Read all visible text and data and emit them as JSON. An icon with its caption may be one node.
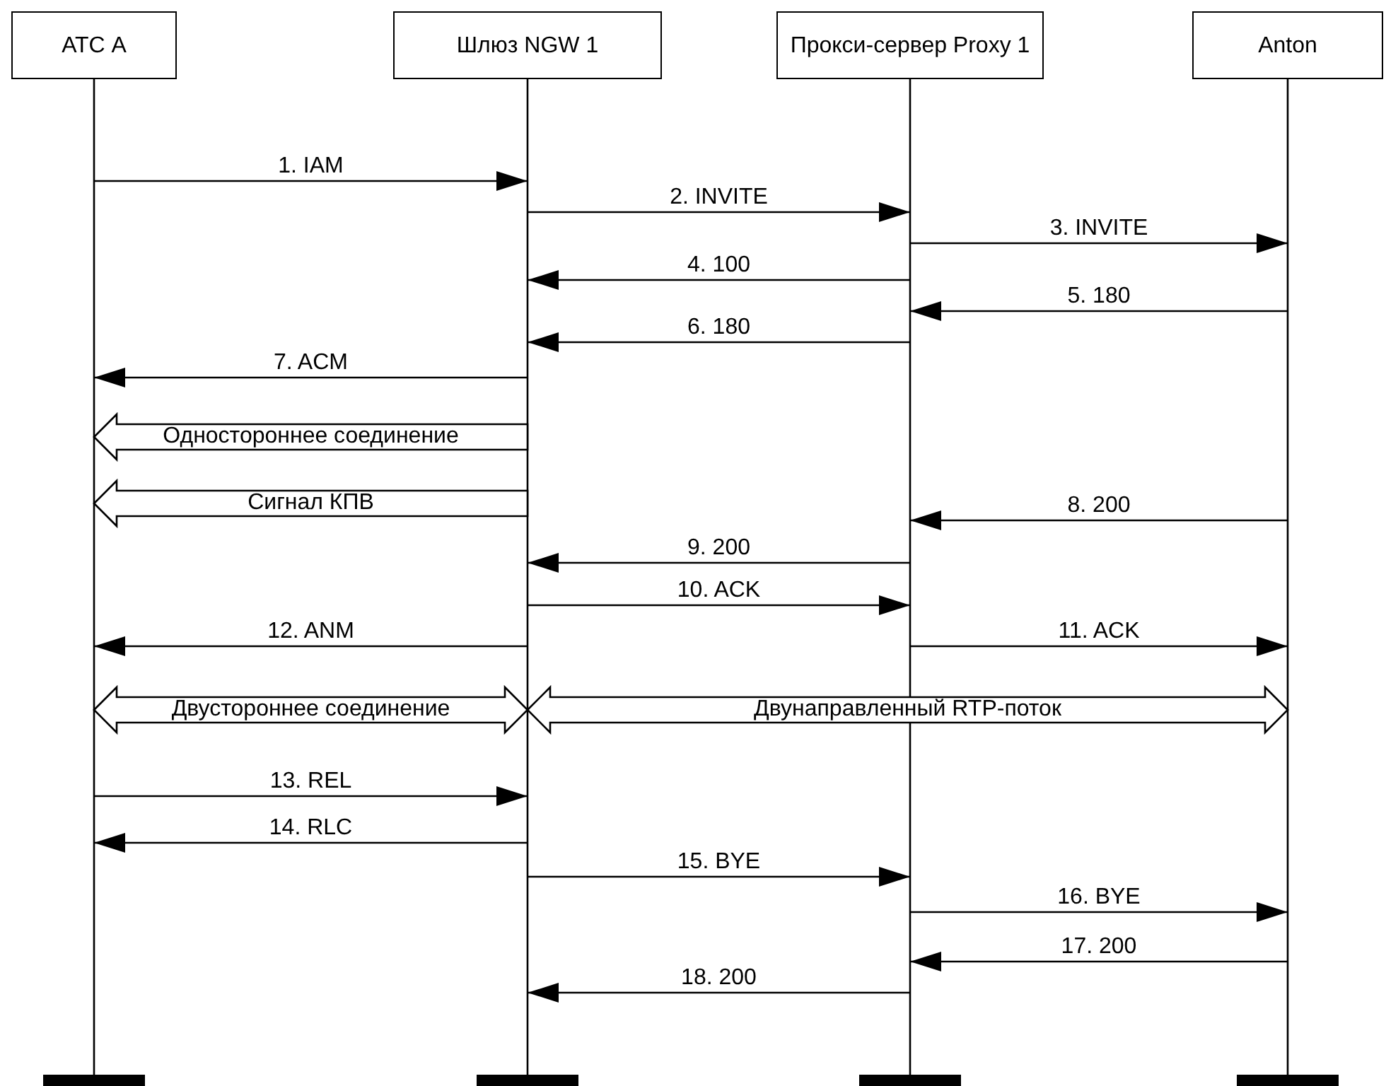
{
  "diagram": {
    "nodes": [
      {
        "text": [
          "АТС А"
        ]
      },
      {
        "text": [
          "Шлюз NGW 1"
        ]
      },
      {
        "text": [
          "Прокси-сервер Proxy 1"
        ]
      },
      {
        "text": [
          "Anton"
        ]
      }
    ],
    "edges": [
      {
        "from": 0,
        "to": 1,
        "arrow": "to",
        "label": "1. IAM"
      },
      {
        "from": 1,
        "to": 2,
        "arrow": "to",
        "label": "2. INVITE"
      },
      {
        "from": 2,
        "to": 3,
        "arrow": "to",
        "label": "3. INVITE"
      },
      {
        "from": 2,
        "to": 1,
        "arrow": "to",
        "label": "4. 100"
      },
      {
        "from": 3,
        "to": 2,
        "arrow": "to",
        "label": "5. 180"
      },
      {
        "from": 2,
        "to": 1,
        "arrow": "to",
        "label": "6. 180"
      },
      {
        "from": 1,
        "to": 0,
        "arrow": "to",
        "label": "7. ACM"
      },
      {
        "from": 1,
        "to": 0,
        "arrow": "to",
        "label": "Одностороннее соединение",
        "style": "thick"
      },
      {
        "from": 1,
        "to": 0,
        "arrow": "to",
        "label": "Сигнал КПВ",
        "style": "thick"
      },
      {
        "from": 3,
        "to": 2,
        "arrow": "to",
        "label": "8. 200"
      },
      {
        "from": 2,
        "to": 1,
        "arrow": "to",
        "label": "9. 200"
      },
      {
        "from": 1,
        "to": 2,
        "arrow": "to",
        "label": "10. ACK"
      },
      {
        "from": 2,
        "to": 3,
        "arrow": "to",
        "label": "11. ACK"
      },
      {
        "from": 1,
        "to": 0,
        "arrow": "to",
        "label": "12. ANM"
      },
      {
        "from": 0,
        "to": 1,
        "arrow": "both",
        "label": "Двустороннее  соединение",
        "style": "thick"
      },
      {
        "from": 1,
        "to": 3,
        "arrow": "both",
        "label": "Двунаправленный RTP-поток",
        "style": "thick"
      },
      {
        "from": 0,
        "to": 1,
        "arrow": "to",
        "label": "13. REL"
      },
      {
        "from": 1,
        "to": 0,
        "arrow": "to",
        "label": "14. RLC"
      },
      {
        "from": 1,
        "to": 2,
        "arrow": "to",
        "label": "15. BYE"
      },
      {
        "from": 2,
        "to": 3,
        "arrow": "to",
        "label": "16. BYE"
      },
      {
        "from": 3,
        "to": 2,
        "arrow": "to",
        "label": "17. 200"
      },
      {
        "from": 2,
        "to": 1,
        "arrow": "to",
        "label": "18. 200"
      }
    ]
  }
}
